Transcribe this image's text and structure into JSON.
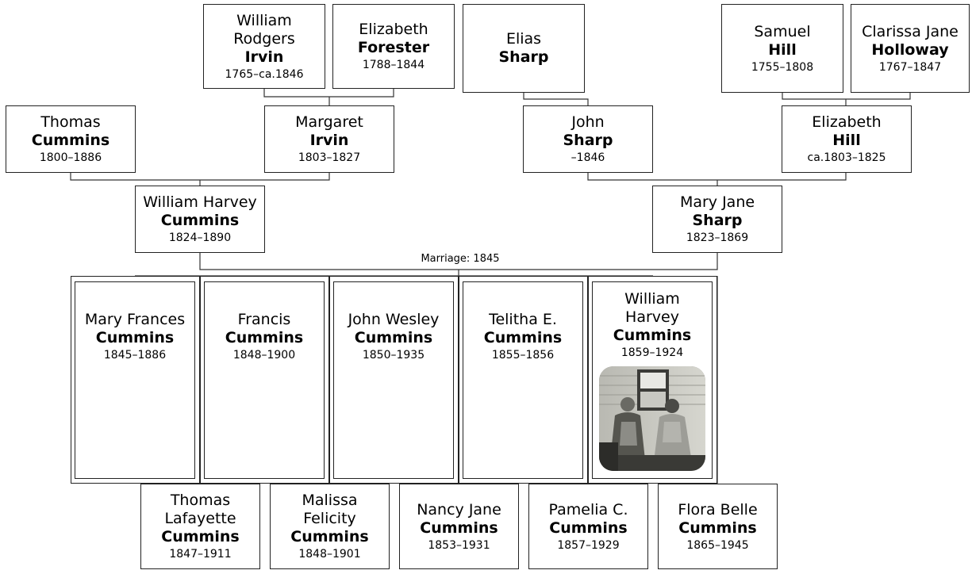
{
  "marriage_label": "Marriage: 1845",
  "people": {
    "william_rodgers_irvin": {
      "given": [
        "William",
        "Rodgers"
      ],
      "surname": "Irvin",
      "years": "1765–ca.1846"
    },
    "elizabeth_forester": {
      "given": [
        "Elizabeth"
      ],
      "surname": "Forester",
      "years": "1788–1844"
    },
    "elias_sharp": {
      "given": [
        "Elias"
      ],
      "surname": "Sharp",
      "years": ""
    },
    "samuel_hill": {
      "given": [
        "Samuel"
      ],
      "surname": "Hill",
      "years": "1755–1808"
    },
    "clarissa_jane_holloway": {
      "given": [
        "Clarissa Jane"
      ],
      "surname": "Holloway",
      "years": "1767–1847"
    },
    "thomas_cummins": {
      "given": [
        "Thomas"
      ],
      "surname": "Cummins",
      "years": "1800–1886"
    },
    "margaret_irvin": {
      "given": [
        "Margaret"
      ],
      "surname": "Irvin",
      "years": "1803–1827"
    },
    "john_sharp": {
      "given": [
        "John"
      ],
      "surname": "Sharp",
      "years": "–1846"
    },
    "elizabeth_hill": {
      "given": [
        "Elizabeth"
      ],
      "surname": "Hill",
      "years": "ca.1803–1825"
    },
    "william_harvey_cummins_sr": {
      "given": [
        "William Harvey"
      ],
      "surname": "Cummins",
      "years": "1824–1890"
    },
    "mary_jane_sharp": {
      "given": [
        "Mary Jane"
      ],
      "surname": "Sharp",
      "years": "1823–1869"
    },
    "mary_frances_cummins": {
      "given": [
        "Mary Frances"
      ],
      "surname": "Cummins",
      "years": "1845–1886"
    },
    "francis_cummins": {
      "given": [
        "Francis"
      ],
      "surname": "Cummins",
      "years": "1848–1900"
    },
    "john_wesley_cummins": {
      "given": [
        "John Wesley"
      ],
      "surname": "Cummins",
      "years": "1850–1935"
    },
    "telitha_cummins": {
      "given": [
        "Telitha E."
      ],
      "surname": "Cummins",
      "years": "1855–1856"
    },
    "william_harvey_cummins_jr": {
      "given": [
        "William",
        "Harvey"
      ],
      "surname": "Cummins",
      "years": "1859–1924"
    },
    "thomas_lafayette_cummins": {
      "given": [
        "Thomas",
        "Lafayette"
      ],
      "surname": "Cummins",
      "years": "1847–1911"
    },
    "malissa_felicity_cummins": {
      "given": [
        "Malissa",
        "Felicity"
      ],
      "surname": "Cummins",
      "years": "1848–1901"
    },
    "nancy_jane_cummins": {
      "given": [
        "Nancy Jane"
      ],
      "surname": "Cummins",
      "years": "1853–1931"
    },
    "pamelia_cummins": {
      "given": [
        "Pamelia C."
      ],
      "surname": "Cummins",
      "years": "1857–1929"
    },
    "flora_belle_cummins": {
      "given": [
        "Flora Belle"
      ],
      "surname": "Cummins",
      "years": "1865–1945"
    }
  }
}
